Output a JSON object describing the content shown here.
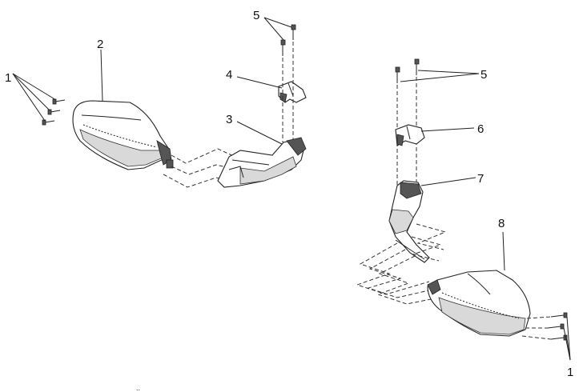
{
  "diagram": {
    "callouts": {
      "c1_left": "1",
      "c2": "2",
      "c3": "3",
      "c4": "4",
      "c5_top": "5",
      "c5_right": "5",
      "c6": "6",
      "c7": "7",
      "c8": "8",
      "c1_right": "1"
    },
    "footer_mark": "..",
    "line_color": "#222222",
    "fill_shade": "#d9d9d9"
  }
}
